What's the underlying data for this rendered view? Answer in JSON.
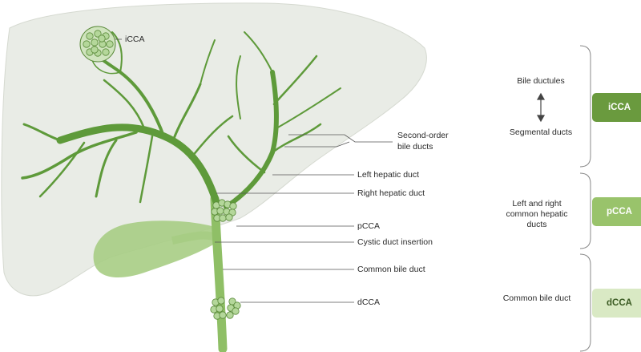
{
  "labels": {
    "iCCA": "iCCA",
    "second_order_1": "Second-order",
    "second_order_2": "bile ducts",
    "left_hepatic": "Left hepatic duct",
    "right_hepatic": "Right hepatic duct",
    "pCCA": "pCCA",
    "cystic": "Cystic duct insertion",
    "common": "Common bile duct",
    "dCCA": "dCCA"
  },
  "categories": [
    {
      "description_lines": [
        "Bile ductules",
        "Segmental ducts"
      ],
      "badge": "iCCA",
      "color": "#6a9a3e"
    },
    {
      "description_lines": [
        "Left and right",
        "common hepatic",
        "ducts"
      ],
      "badge": "pCCA",
      "color": "#99c36b"
    },
    {
      "description_lines": [
        "Common bile duct"
      ],
      "badge": "dCCA",
      "color": "#d9e9c4"
    }
  ],
  "colors": {
    "liver": "#e9ece6",
    "duct": "#5e9a3a",
    "gallbladder": "#a7cd84",
    "tumor": "#b4d79a"
  }
}
